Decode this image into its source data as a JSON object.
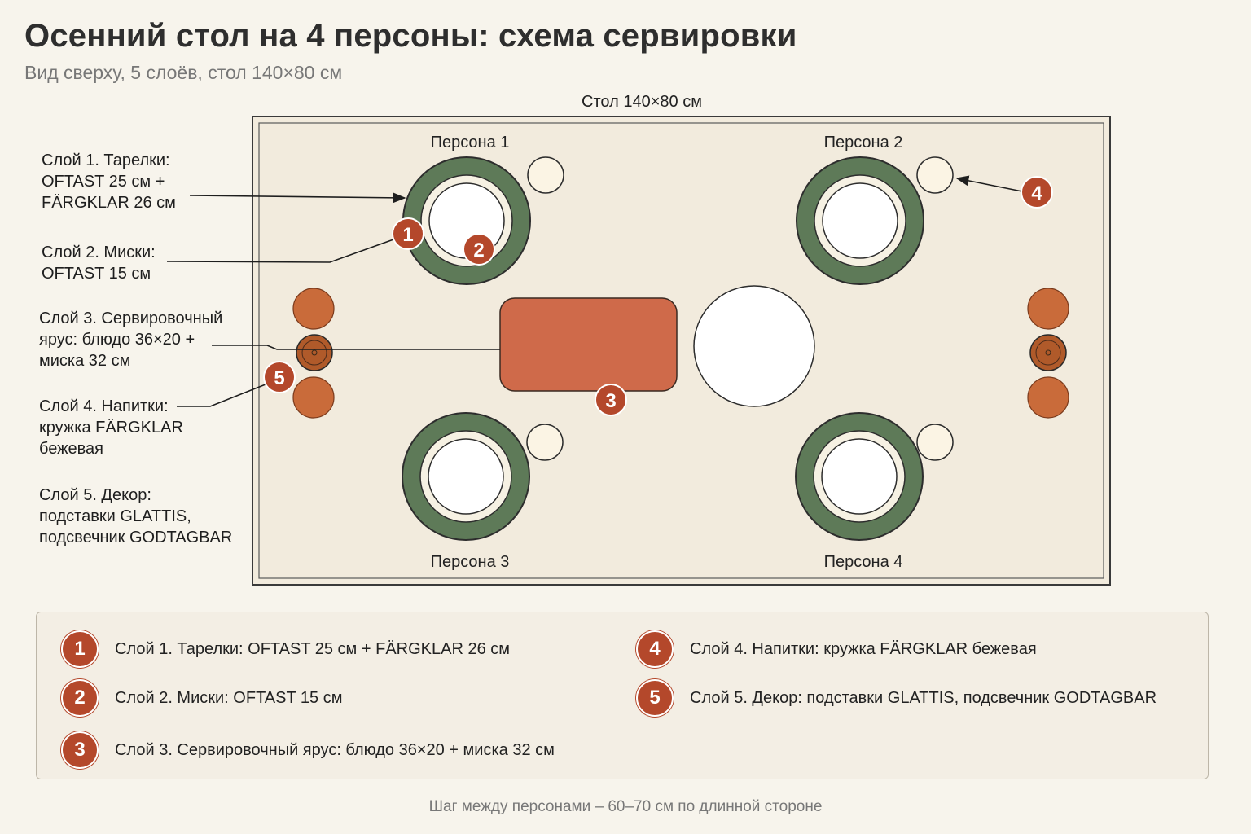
{
  "title": "Осенний стол на 4 персоны: схема сервировки",
  "subtitle": "Вид сверху, 5 слоёв, стол 140×80 см",
  "table_caption": "Стол 140×80 см",
  "personas": [
    "Персона 1",
    "Персона 2",
    "Персона 3",
    "Персона 4"
  ],
  "side_labels": [
    "Слой 1. Тарелки:\nOFTAST 25 см +\nFÄRGKLAR 26 см",
    "Слой 2. Миски:\nOFTAST 15 см",
    "Слой 3. Сервировочный\nярус: блюдо 36×20 +\nмиска 32 см",
    "Слой 4. Напитки:\nкружка FÄRGKLAR\nбежевая",
    "Слой 5. Декор:\nподставки GLATTIS,\nподсвечник GODTAGBAR"
  ],
  "badges": [
    "1",
    "2",
    "3",
    "4",
    "5"
  ],
  "legend": [
    {
      "num": "1",
      "text": "Слой 1. Тарелки: OFTAST 25 см + FÄRGKLAR 26 см"
    },
    {
      "num": "2",
      "text": "Слой 2. Миски: OFTAST 15 см"
    },
    {
      "num": "3",
      "text": "Слой 3. Сервировочный ярус: блюдо 36×20 + миска 32 см"
    },
    {
      "num": "4",
      "text": "Слой 4. Напитки: кружка FÄRGKLAR бежевая"
    },
    {
      "num": "5",
      "text": "Слой 5. Декор: подставки GLATTIS, подсвечник GODTAGBAR"
    }
  ],
  "footnote": "Шаг между персонами – 60–70 см по длинной стороне",
  "colors": {
    "background": "#f7f4ec",
    "table": "#f2ebdd",
    "charger_green": "#5e7a58",
    "serving_dish": "#cf6a4a",
    "coaster": "#c96b3a",
    "mug": "#fbf4e4",
    "badge": "#b4482b"
  }
}
